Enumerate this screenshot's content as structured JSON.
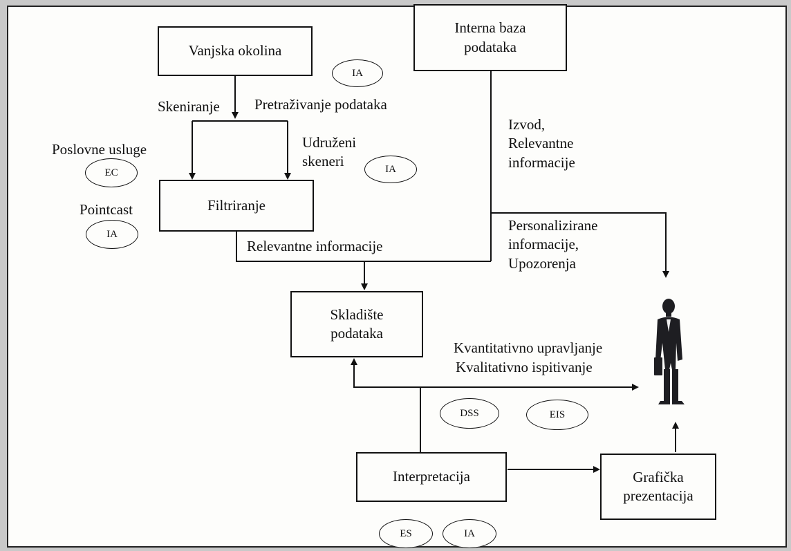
{
  "boxes": {
    "vanjska_okolina": "Vanjska okolina",
    "interna_baza": "Interna baza\npodataka",
    "filtriranje": "Filtriranje",
    "skladiste": "Skladište\npodataka",
    "interpretacija": "Interpretacija",
    "graficka": "Grafička\nprezentacija"
  },
  "labels": {
    "skeniranje": "Skeniranje",
    "pretrazivanje": "Pretraživanje podataka",
    "poslovne_usluge": "Poslovne usluge",
    "udruzeni_skeneri": "Udruženi\nskeneri",
    "pointcast": "Pointcast",
    "relevantne_informacije": "Relevantne informacije",
    "izvod": "Izvod,\nRelevantne\ninformacije",
    "personalizirane": "Personalizirane\ninformacije,\nUpozorenja",
    "kvantitativno": "Kvantitativno upravljanje",
    "kvalitativno": "Kvalitativno ispitivanje"
  },
  "ovals": {
    "ia_top": "IA",
    "ec": "EC",
    "ia_skeneri": "IA",
    "ia_pointcast": "IA",
    "dss": "DSS",
    "eis": "EIS",
    "es": "ES",
    "ia_bottom": "IA"
  },
  "colors": {
    "line": "#111111",
    "paper": "#fdfdfb",
    "background": "#c9c9c9"
  },
  "icons": {
    "person": "businessman-figure"
  }
}
